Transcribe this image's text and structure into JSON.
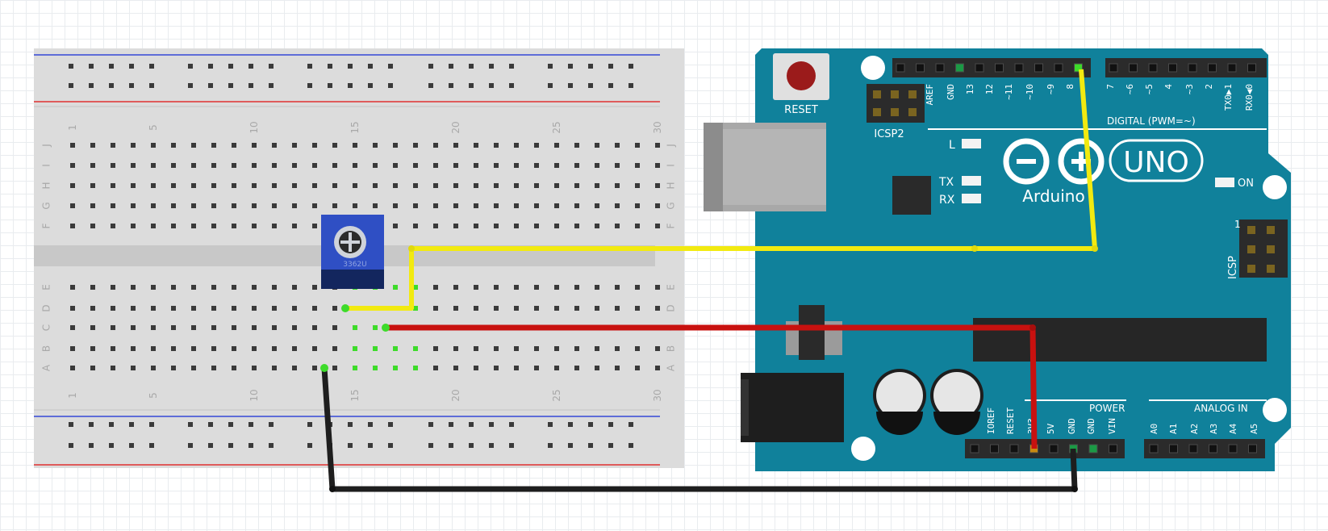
{
  "breadboard": {
    "column_numbers": [
      "1",
      "5",
      "10",
      "15",
      "20",
      "25",
      "30"
    ],
    "row_letters_top": [
      "J",
      "I",
      "H",
      "G",
      "F"
    ],
    "row_letters_bottom": [
      "E",
      "D",
      "C",
      "B",
      "A"
    ]
  },
  "arduino": {
    "reset_label": "RESET",
    "icsp2_label": "ICSP2",
    "icsp_label": "ICSP",
    "icsp_pin1": "1",
    "digital_label": "DIGITAL (PWM=~)",
    "l_label": "L",
    "tx_label": "TX",
    "rx_label": "RX",
    "on_label": "ON",
    "brand_label": "Arduino",
    "model_label": "UNO",
    "power_label": "POWER",
    "analog_label": "ANALOG IN",
    "top_pin_labels": [
      "AREF",
      "GND",
      "13",
      "12",
      "~11",
      "~10",
      "~9",
      "8",
      "7",
      "~6",
      "~5",
      "4",
      "~3",
      "2",
      "TX0▶1",
      "RX0◀0"
    ],
    "power_pin_labels": [
      "IOREF",
      "RESET",
      "3V3",
      "5V",
      "GND",
      "GND",
      "VIN"
    ],
    "analog_pin_labels": [
      "A0",
      "A1",
      "A2",
      "A3",
      "A4",
      "A5"
    ]
  },
  "potentiometer": {
    "marking": "3362U"
  },
  "wires": {
    "yellow": "#f2ea10",
    "red": "#c8110f",
    "black": "#1e1e1e"
  },
  "colors": {
    "board_teal": "#10819b",
    "breadboard_gray": "#dcdcdc",
    "rail_red": "#e03030",
    "rail_blue": "#3548d6",
    "pot_blue": "#2f4fc4",
    "active_hole_green": "#3ddb2a"
  }
}
